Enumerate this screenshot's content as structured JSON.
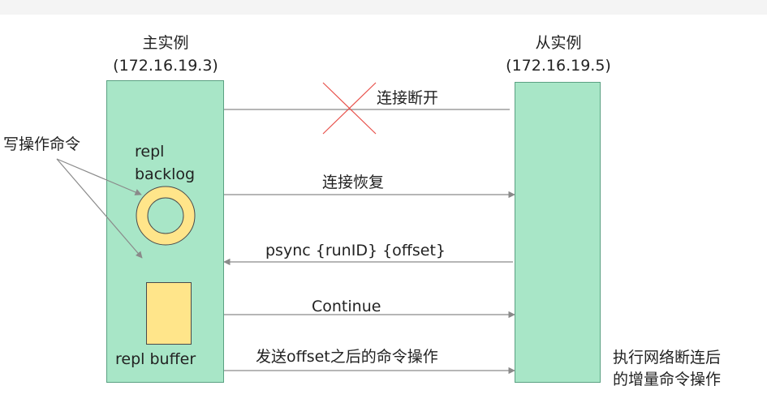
{
  "master": {
    "title": "主实例",
    "ip": "(172.16.19.3)",
    "backlog_label_1": "repl",
    "backlog_label_2": "backlog",
    "buffer_label": "repl buffer"
  },
  "replica": {
    "title": "从实例",
    "ip": "(172.16.19.5)"
  },
  "left_annotation": "写操作命令",
  "right_annotation_1": "执行网络断连后",
  "right_annotation_2": "的增量命令操作",
  "messages": [
    {
      "label": "连接断开",
      "direction": "left",
      "failed": true
    },
    {
      "label": "连接恢复",
      "direction": "right",
      "failed": false
    },
    {
      "label": "psync {runID} {offset}",
      "direction": "left",
      "failed": false
    },
    {
      "label": "Continue",
      "direction": "right",
      "failed": false
    },
    {
      "label": "发送offset之后的命令操作",
      "direction": "right",
      "failed": false
    }
  ],
  "colors": {
    "instance_fill": "#a8e6c7",
    "ring_fill": "#ffe58a",
    "cross": "#e8504a",
    "line": "#8a8a8a"
  }
}
